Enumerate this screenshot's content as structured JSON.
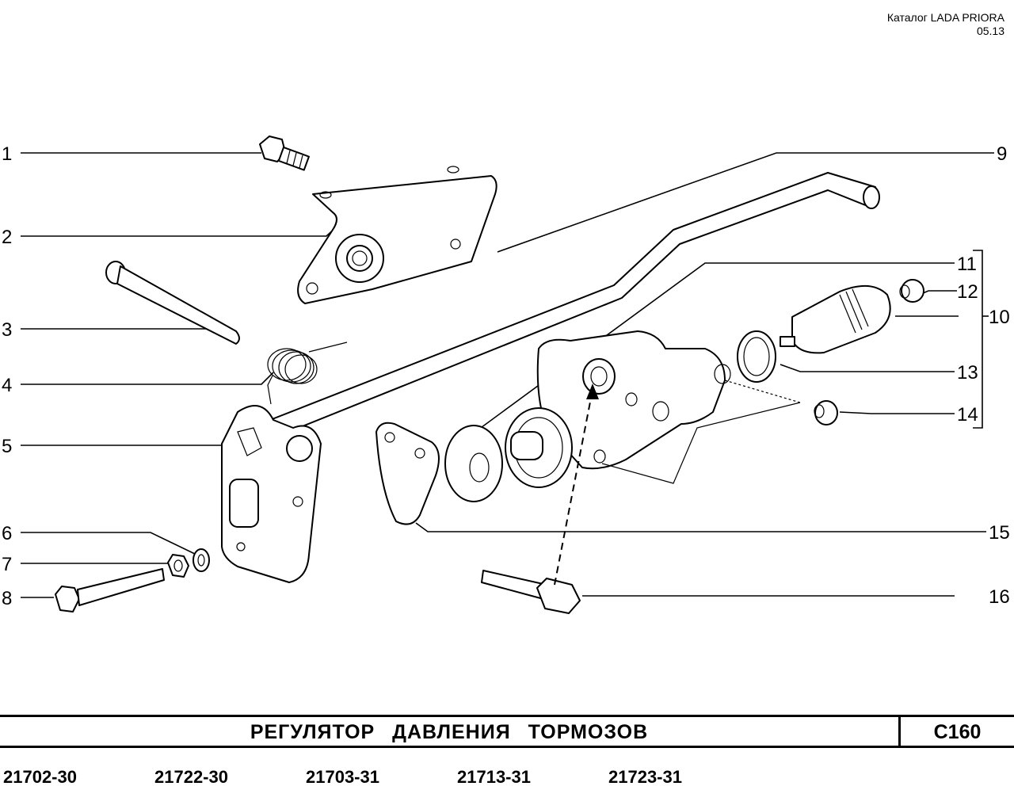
{
  "header": {
    "catalog": "Каталог  LADA  PRIORA",
    "date": "05.13"
  },
  "callouts": [
    "1",
    "2",
    "3",
    "4",
    "5",
    "6",
    "7",
    "8",
    "9",
    "10",
    "11",
    "12",
    "13",
    "14",
    "15",
    "16"
  ],
  "title": "РЕГУЛЯТОР  ДАВЛЕНИЯ  ТОРМОЗОВ",
  "page_code": "C160",
  "models": [
    "21702-30",
    "21722-30",
    "21703-31",
    "21713-31",
    "21723-31"
  ]
}
